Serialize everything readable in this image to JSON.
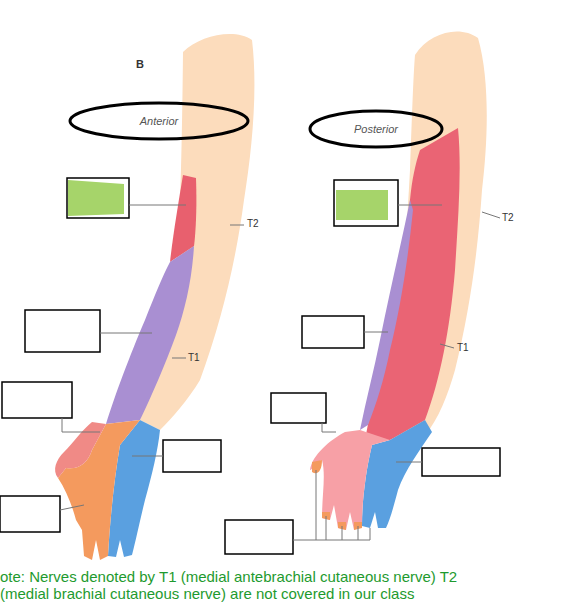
{
  "diagram": {
    "nodes": [
      {
        "text": [
          "Anterior"
        ]
      },
      {
        "text": [
          "Posterior"
        ]
      }
    ],
    "labels": [
      "B",
      "T2",
      "T1",
      "T2",
      "T1",
      "ote: Nerves denoted by T1 (medial antebrachial cutaneous nerve) T2 (medial brachial cutaneous nerve) are not covered in our class"
    ]
  }
}
